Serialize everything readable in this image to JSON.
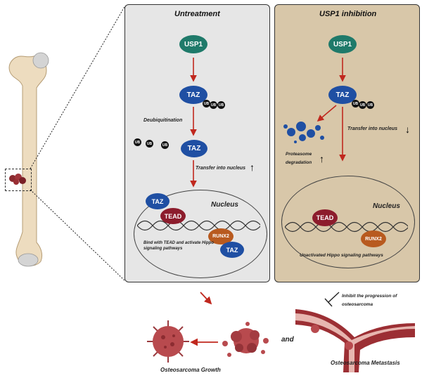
{
  "panels": {
    "left": {
      "title": "Untreatment"
    },
    "right": {
      "title": "USP1 inhibition"
    }
  },
  "nodes": {
    "usp1": "USP1",
    "taz": "TAZ",
    "ub": "UB",
    "tead": "TEAD",
    "runx2": "RUNX2"
  },
  "labels": {
    "deubiquitination": "Deubiquitination",
    "transfer_left": "Transfer into nucleus",
    "transfer_right": "Transfer into nucleus",
    "nucleus": "Nucleus",
    "bind_text": "Bind with TEAD and activate Hippo signaling pathways",
    "proteasome": "Proteasome degradation",
    "unactivated": "Unactivated Hippo signaling pathways",
    "inhibit": "Inhibit the progression of osteosarcoma",
    "and": "and",
    "growth": "Osteosarcoma Growth",
    "metastasis": "Osteosarcoma Metastasis"
  },
  "colors": {
    "usp1": "#1f7a6a",
    "taz": "#1f4fa3",
    "tead": "#8c1c2c",
    "runx2": "#b85a1f",
    "arrow": "#c0281e",
    "left_panel": "#e6e6e6",
    "right_panel": "#d8c7a9",
    "tumor": "#b84a4e"
  },
  "indicators": {
    "left_transfer": "up",
    "right_transfer": "down",
    "proteasome": "up"
  }
}
